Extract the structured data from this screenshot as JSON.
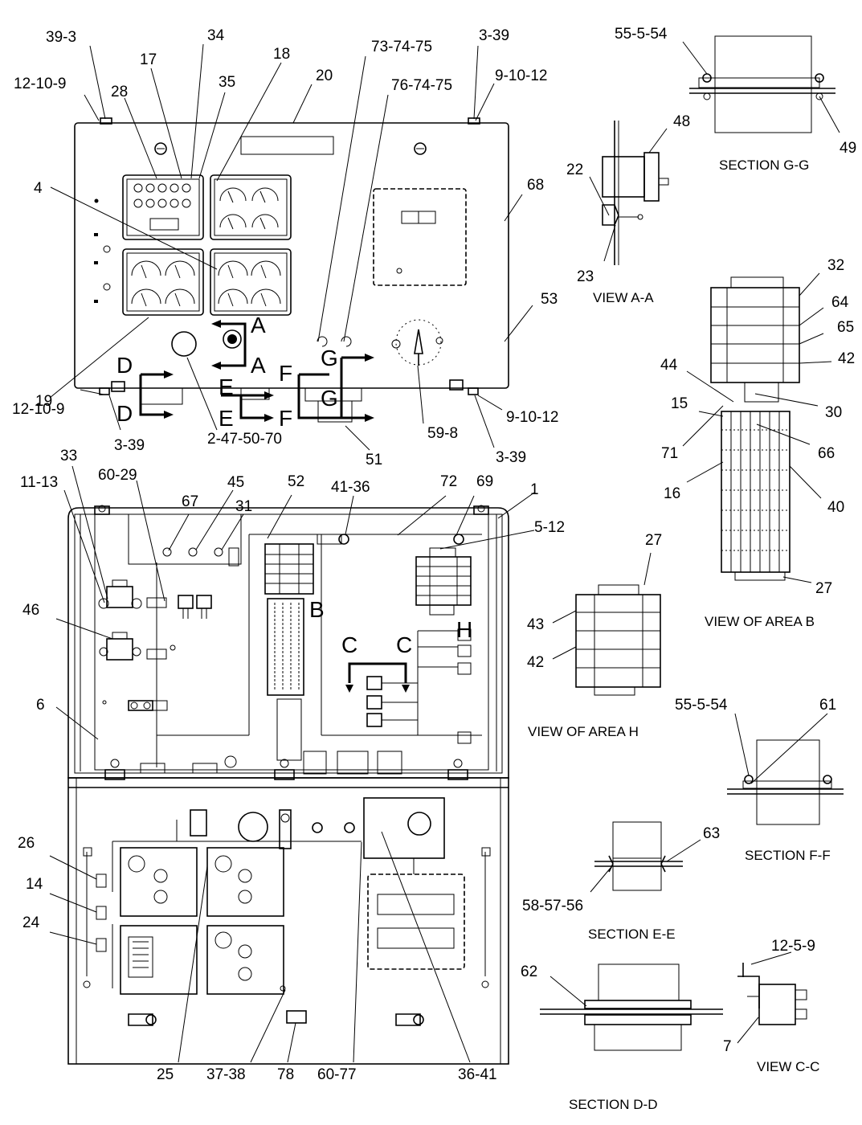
{
  "callouts": {
    "c39_3": "39-3",
    "c12_10_9_top": "12-10-9",
    "c34": "34",
    "c17": "17",
    "c35": "35",
    "c28": "28",
    "c18": "18",
    "c20": "20",
    "c73_74_75": "73-74-75",
    "c76_74_75": "76-74-75",
    "c3_39_top": "3-39",
    "c9_10_12_top": "9-10-12",
    "c4": "4",
    "c68": "68",
    "c53": "53",
    "c19": "19",
    "c12_10_9_bot": "12-10-9",
    "c3_39_bot": "3-39",
    "c2_47_50_70": "2-47-50-70",
    "c51": "51",
    "c59_8": "59-8",
    "c9_10_12_bot": "9-10-12",
    "c3_39_right": "3-39",
    "c55_5_54_top": "55-5-54",
    "c48": "48",
    "c49": "49",
    "c22": "22",
    "c23": "23",
    "c32": "32",
    "c64": "64",
    "c65": "65",
    "c42_b": "42",
    "c44": "44",
    "c30": "30",
    "c15": "15",
    "c71": "71",
    "c66": "66",
    "c16": "16",
    "c40": "40",
    "c33": "33",
    "c11_13": "11-13",
    "c60_29": "60-29",
    "c67": "67",
    "c45": "45",
    "c31": "31",
    "c52": "52",
    "c41_36": "41-36",
    "c72": "72",
    "c69": "69",
    "c1": "1",
    "c5_12": "5-12",
    "c46": "46",
    "c6": "6",
    "c27_top": "27",
    "c27_bot": "27",
    "c43": "43",
    "c42_h": "42",
    "c55_5_54_ff": "55-5-54",
    "c61": "61",
    "c63": "63",
    "c58_57_56": "58-57-56",
    "c26": "26",
    "c14": "14",
    "c24": "24",
    "c62": "62",
    "c12_5_9": "12-5-9",
    "c7": "7",
    "c25": "25",
    "c37_38": "37-38",
    "c78": "78",
    "c60_77": "60-77",
    "c36_41": "36-41"
  },
  "section_markers": {
    "A": "A",
    "D": "D",
    "E": "E",
    "F": "F",
    "G": "G",
    "B": "B",
    "C": "C",
    "H": "H"
  },
  "captions": {
    "section_gg": "SECTION G-G",
    "view_aa": "VIEW A-A",
    "view_area_b": "VIEW OF AREA B",
    "view_area_h": "VIEW OF AREA H",
    "section_ff": "SECTION F-F",
    "section_ee": "SECTION E-E",
    "section_dd": "SECTION D-D",
    "view_cc": "VIEW C-C"
  }
}
